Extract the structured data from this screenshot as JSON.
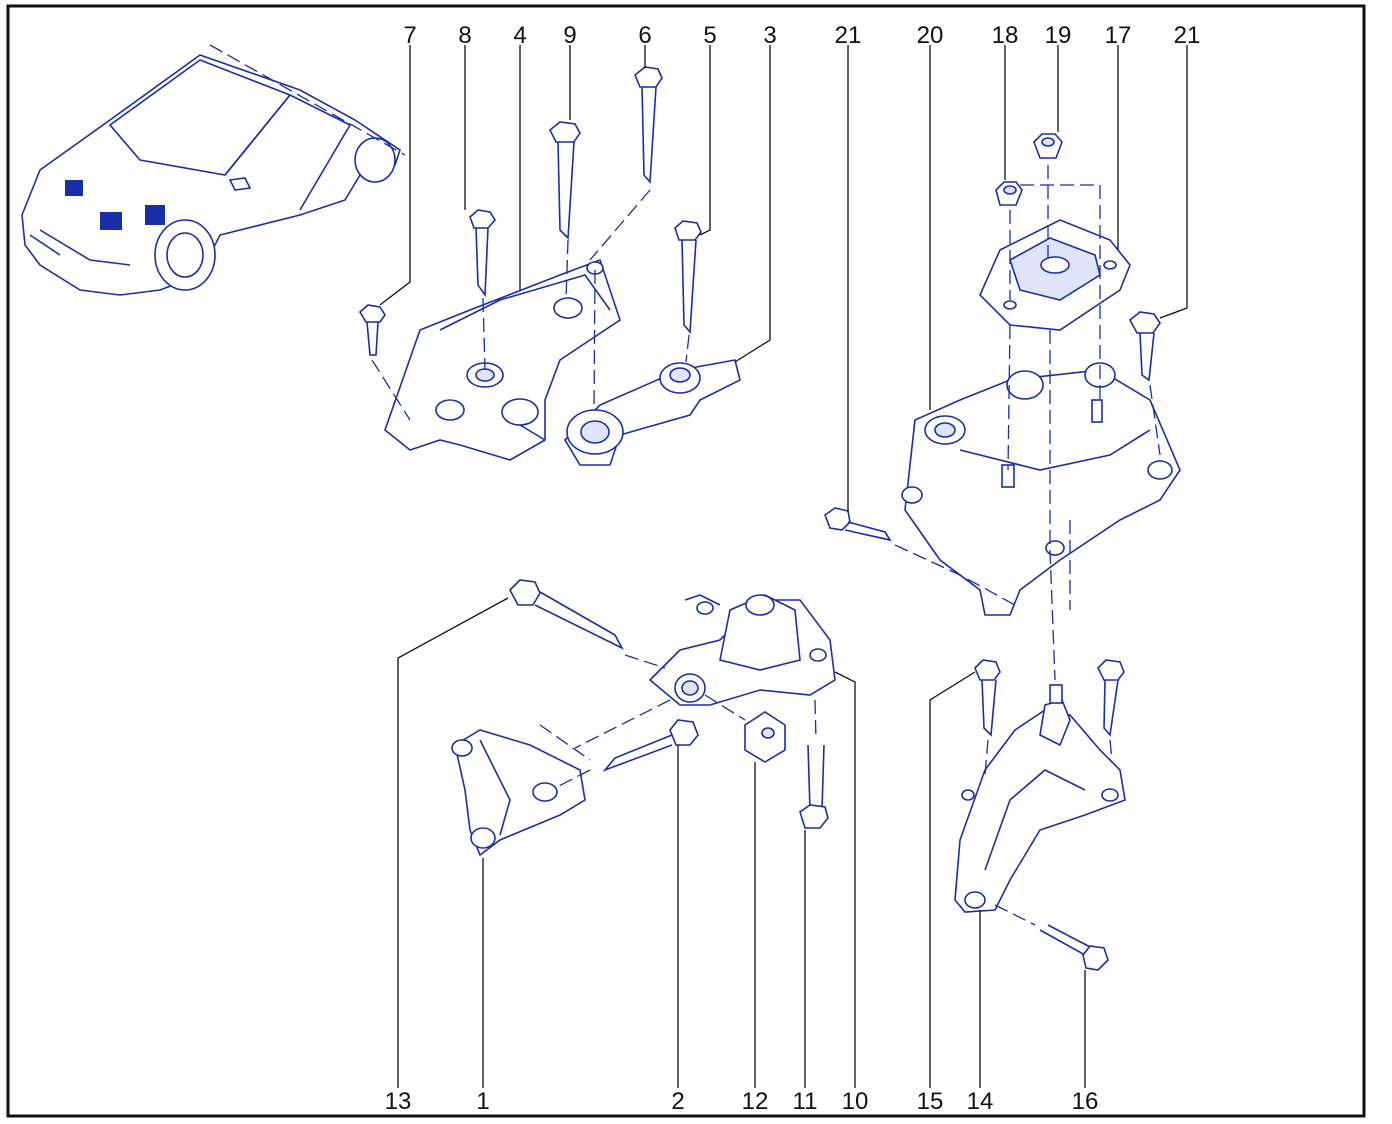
{
  "diagram": {
    "top_callouts": [
      "7",
      "8",
      "4",
      "9",
      "6",
      "5",
      "3",
      "21",
      "20",
      "18",
      "19",
      "17",
      "21"
    ],
    "bottom_callouts": [
      "13",
      "1",
      "2",
      "12",
      "11",
      "10",
      "15",
      "14",
      "16"
    ]
  },
  "colors": {
    "line": "#1a2ea8",
    "frame": "#111111",
    "background": "#ffffff"
  },
  "icons": [
    "car-icon",
    "bracket-icon",
    "bolt-icon",
    "nut-icon",
    "mount-icon"
  ]
}
